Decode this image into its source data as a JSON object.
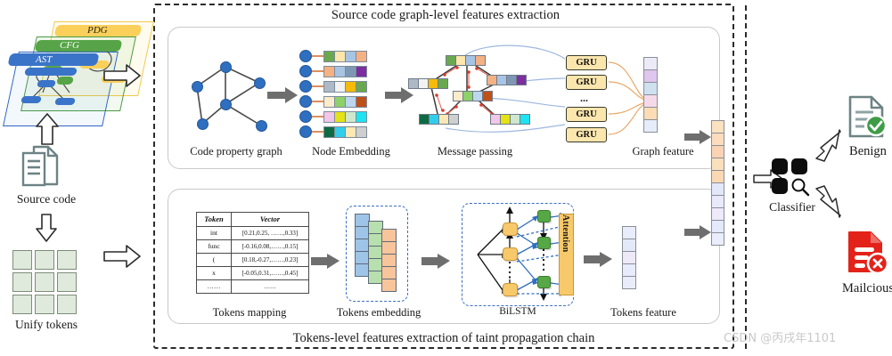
{
  "figure": {
    "graph_panel_title": "Source code graph-level features extraction",
    "tokens_panel_title": "Tokens-level features extraction of taint propagation chain"
  },
  "input": {
    "layers": [
      {
        "name": "PDG",
        "color": "#fbd05a"
      },
      {
        "name": "CFG",
        "color": "#56a447"
      },
      {
        "name": "AST",
        "color": "#3a74c9"
      }
    ],
    "source_code_label": "Source code",
    "unify_tokens_label": "Unify tokens",
    "source_code_icon": "document-icon",
    "unify_tokens_icon": "grid-icon"
  },
  "graph_branch": {
    "steps": [
      {
        "key": "cpg",
        "label": "Code property graph"
      },
      {
        "key": "node_embedding",
        "label": "Node Embedding"
      },
      {
        "key": "message_passing",
        "label": "Message passing"
      },
      {
        "key": "graph_feature",
        "label": "Graph feature"
      }
    ],
    "gru_label": "GRU",
    "gru_ellipsis": "...",
    "gru_count": 4,
    "node_embedding_rows": [
      [
        "#6aa84f",
        "#fde6ab",
        "#a8c4e5",
        "#f4b183"
      ],
      [
        "#f4b183",
        "#a8c4e5",
        "#7f97b3",
        "#7b2fa0"
      ],
      [
        "#adb9c7",
        "#f2f2f2",
        "#f5ba0a",
        "#6aa84f"
      ],
      [
        "#fbeccb",
        "#8ed06a",
        "#bcd6ef",
        "#c0501a"
      ],
      [
        "#f2c6e8",
        "#e3e316",
        "#cfe7cd",
        "#1ee3f0"
      ],
      [
        "#0d6b43",
        "#33cdec",
        "#fbe8b4",
        "#cfcfcf"
      ]
    ],
    "graph_feature_cells": [
      "#eceaf8",
      "#dfc6ee",
      "#cfe0ef",
      "#f6d9e8",
      "#fbdcb5",
      "#e7ecfa"
    ]
  },
  "tokens_branch": {
    "steps": [
      {
        "key": "tokens_mapping",
        "label": "Tokens mapping"
      },
      {
        "key": "tokens_embedding",
        "label": "Tokens embedding"
      },
      {
        "key": "bilstm",
        "label": "BiLSTM"
      },
      {
        "key": "tokens_feature",
        "label": "Tokens feature"
      }
    ],
    "table": {
      "headers": [
        "Token",
        "Vector"
      ],
      "rows": [
        [
          "int",
          "[0.21,0.25, ……,0.33]"
        ],
        [
          "func",
          "[-0.16,0.08,……,0.15]"
        ],
        [
          "(",
          "[0.18,-0.27,……,0.23]"
        ],
        [
          "x",
          "[-0.05,0.31,……,0.45]"
        ],
        [
          "……",
          "……"
        ]
      ]
    },
    "attention_label": "Attention",
    "embedding_colors": [
      "#9ec4e8",
      "#b8dfae",
      "#f8c49a"
    ],
    "tokens_feature_cells": [
      "#e8ecfb",
      "#e4e9fa",
      "#eee9f8",
      "#e7ebfb",
      "#e9edfb"
    ]
  },
  "fusion": {
    "vector_cells": [
      "#fbe2c0",
      "#fbdcbe",
      "#f9d3b4",
      "#fbe0bd",
      "#fbd8b4",
      "#e3e7fa",
      "#e8eafb",
      "#eeeafa",
      "#e4e9fb",
      "#e9edfc"
    ]
  },
  "classifier": {
    "label": "Classifier",
    "icon": "classifier-search-icon"
  },
  "results": [
    {
      "key": "benign",
      "label": "Benign",
      "icon": "document-check-icon",
      "color": "#3e9c46"
    },
    {
      "key": "malicious",
      "label": "Mailcious",
      "icon": "document-cross-icon",
      "color": "#e32219"
    }
  ],
  "watermark": {
    "text": "CSDN @丙戌年1101"
  }
}
